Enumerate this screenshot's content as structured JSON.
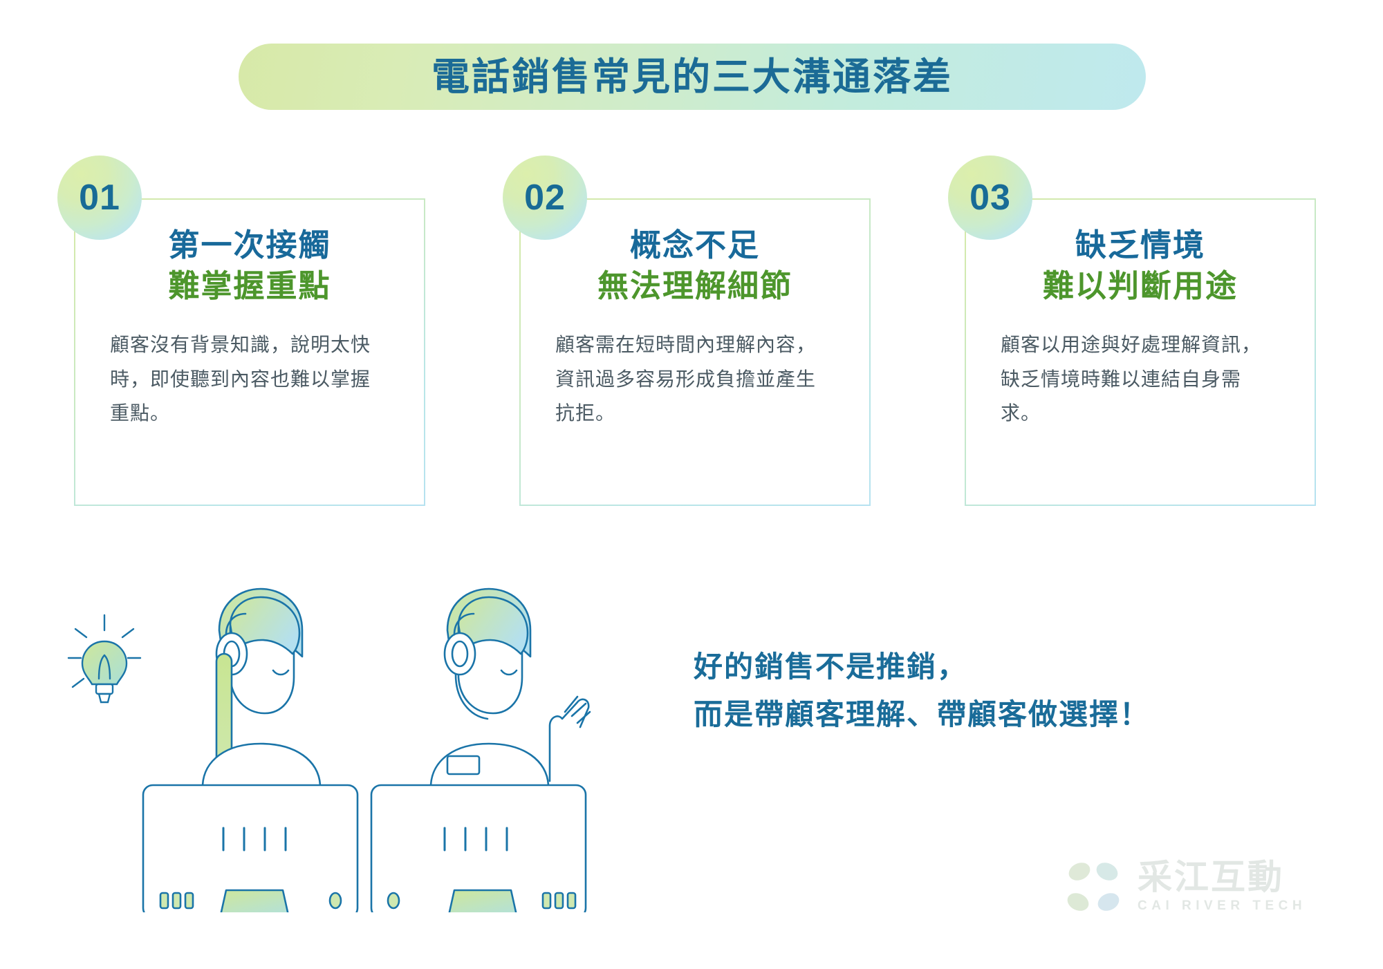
{
  "title": {
    "text": "電話銷售常見的三大溝通落差"
  },
  "cards": [
    {
      "number": "01",
      "title_line1": "第一次接觸",
      "title_line2": "難掌握重點",
      "body": "顧客沒有背景知識，說明太快時，即使聽到內容也難以掌握重點。"
    },
    {
      "number": "02",
      "title_line1": "概念不足",
      "title_line2": "無法理解細節",
      "body": "顧客需在短時間內理解內容，資訊過多容易形成負擔並產生抗拒。"
    },
    {
      "number": "03",
      "title_line1": "缺乏情境",
      "title_line2": "難以判斷用途",
      "body": "顧客以用途與好處理解資訊，缺乏情境時難以連結自身需求。"
    }
  ],
  "quote": {
    "line1": "好的銷售不是推銷，",
    "line2": "而是帶顧客理解、帶顧客做選擇！"
  },
  "logo": {
    "name_cn": "采江互動",
    "name_en": "CAI RIVER TECH"
  },
  "illustration": {
    "lightbulb_label": "idea-lightbulb",
    "agent_left_label": "call-agent-left",
    "agent_right_label": "call-agent-right"
  },
  "colors": {
    "title_blue": "#1b6b96",
    "accent_green": "#4d962c",
    "body_gray": "#4b5a63",
    "line_blue": "#1a74a8",
    "banner_green": "#d7e9a8",
    "banner_blue": "#bfe9ee",
    "logo_gray": "#e2e7e4"
  }
}
